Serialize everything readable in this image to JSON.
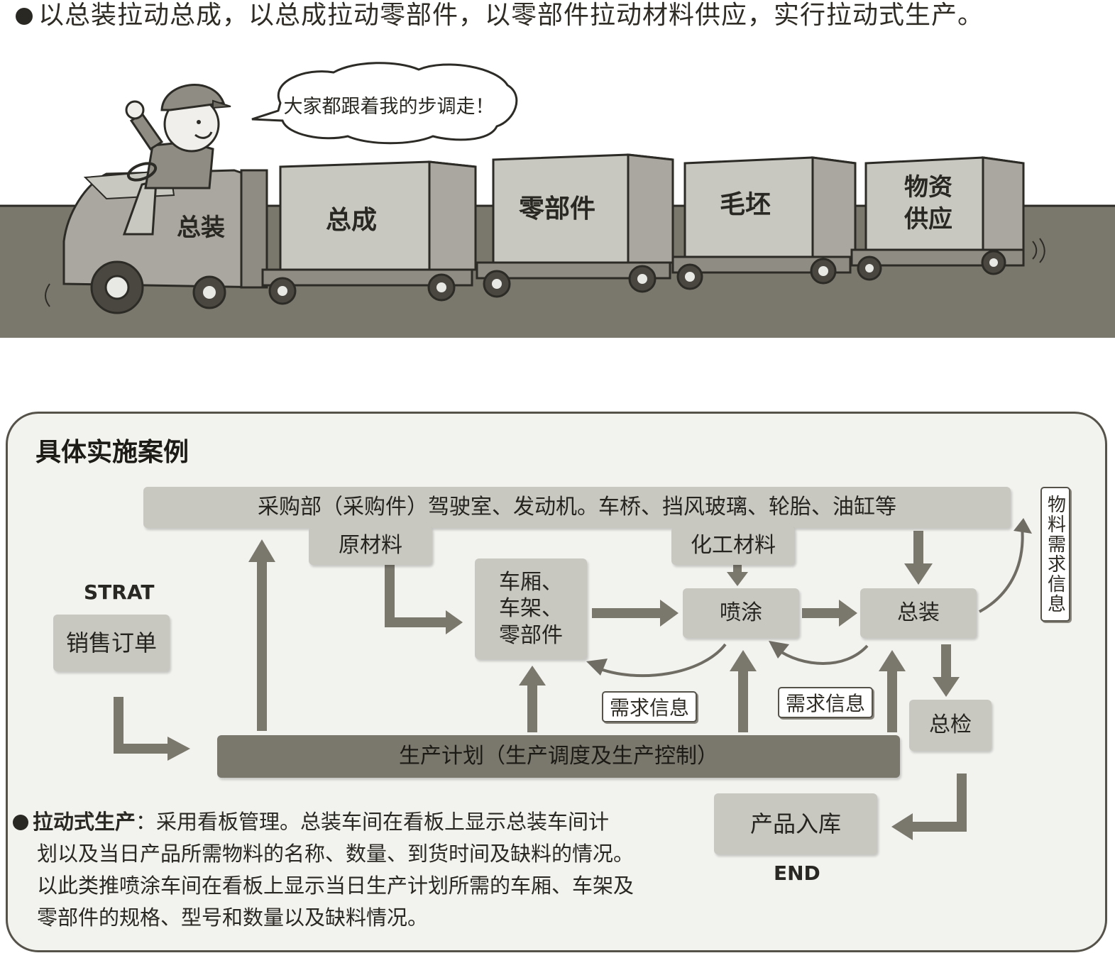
{
  "headline": "以总装拉动总成，以总成拉动零部件，以零部件拉动材料供应，实行拉动式生产。",
  "illustration": {
    "speech": "大家都跟着我的步调走！",
    "tractor_label": "总装",
    "boxes": [
      "总成",
      "零部件",
      "毛坯"
    ],
    "last_box_line1": "物资",
    "last_box_line2": "供应"
  },
  "case": {
    "title": "具体实施案例",
    "start_label": "STRAT",
    "end_label": "END",
    "purchase_bar": "采购部（采购件）驾驶室、发动机。车桥、挡风玻璃、轮胎、油缸等",
    "raw_material": "原材料",
    "chemical_material": "化工材料",
    "body_parts_line1": "车厢、",
    "body_parts_line2": "车架、",
    "body_parts_line3": "零部件",
    "painting": "喷涂",
    "final_assembly": "总装",
    "final_inspection": "总检",
    "sales_order": "销售订单",
    "production_plan": "生产计划（生产调度及生产控制）",
    "warehouse": "产品入库",
    "demand_info_1": "需求信息",
    "demand_info_2": "需求信息",
    "material_demand_info": "物料需求信息"
  },
  "note": {
    "lead": "拉动式生产",
    "sep": "：",
    "line1": "采用看板管理。总装车间在看板上显示总装车间计",
    "line2": "划以及当日产品所需物料的名称、数量、到货时间及缺料的情况。",
    "line3": "以此类推喷涂车间在看板上显示当日生产计划所需的车厢、车架及",
    "line4": "零部件的规格、型号和数量以及缺料情况。"
  },
  "colors": {
    "ground": "#7a776d",
    "box_fill": "#c8c7c0",
    "dark_fill": "#7a776d",
    "arrow": "#7a776d",
    "line": "#2d2b26"
  }
}
